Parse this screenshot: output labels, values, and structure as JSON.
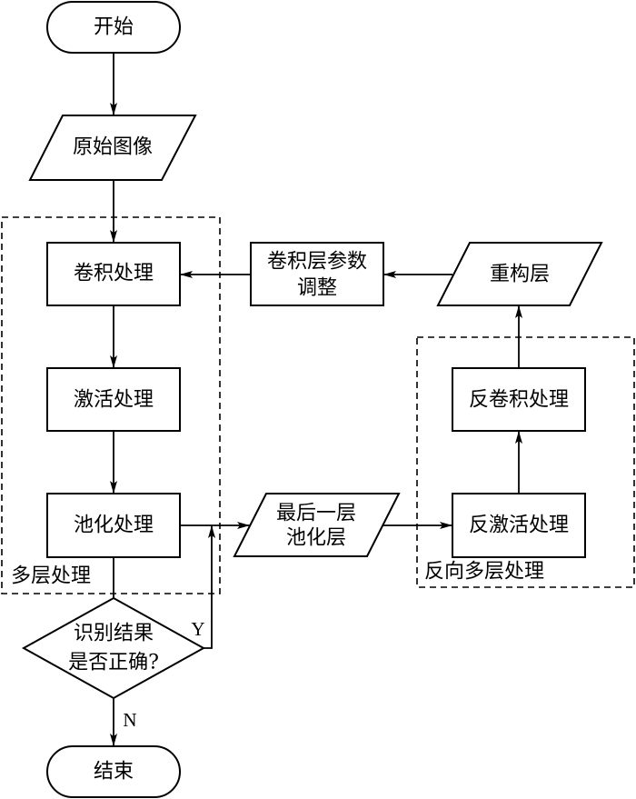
{
  "diagram": {
    "colors": {
      "line": "#000000",
      "background": "#ffffff"
    },
    "nodes": {
      "start": {
        "type": "terminal",
        "label": "开始"
      },
      "input_image": {
        "type": "data",
        "label": "原始图像"
      },
      "convolution": {
        "type": "process",
        "label": "卷积处理"
      },
      "activation": {
        "type": "process",
        "label": "激活处理"
      },
      "pooling": {
        "type": "process",
        "label": "池化处理"
      },
      "decision": {
        "type": "decision",
        "lines": [
          "识别结果",
          "是否正确?"
        ]
      },
      "end": {
        "type": "terminal",
        "label": "结束"
      },
      "conv_param_adjust": {
        "type": "process",
        "lines": [
          "卷积层参数",
          "调整"
        ]
      },
      "reconstruction_layer": {
        "type": "data",
        "label": "重构层"
      },
      "deconvolution": {
        "type": "process",
        "label": "反卷积处理"
      },
      "deactivation": {
        "type": "process",
        "label": "反激活处理"
      },
      "last_pooling_layer": {
        "type": "data",
        "lines": [
          "最后一层",
          "池化层"
        ]
      }
    },
    "groups": {
      "multilayer": {
        "label": "多层处理",
        "members": [
          "convolution",
          "activation",
          "pooling"
        ]
      },
      "reverse_multilayer": {
        "label": "反向多层处理",
        "members": [
          "deactivation",
          "deconvolution"
        ]
      }
    },
    "edge_labels": {
      "yes": "Y",
      "no": "N"
    },
    "edges": [
      {
        "from": "start",
        "to": "input_image"
      },
      {
        "from": "input_image",
        "to": "convolution"
      },
      {
        "from": "convolution",
        "to": "activation"
      },
      {
        "from": "activation",
        "to": "pooling"
      },
      {
        "from": "pooling",
        "to": "decision"
      },
      {
        "from": "decision",
        "to": "last_pooling_layer",
        "label": "Y"
      },
      {
        "from": "decision",
        "to": "end",
        "label": "N"
      },
      {
        "from": "pooling",
        "to": "last_pooling_layer"
      },
      {
        "from": "last_pooling_layer",
        "to": "deactivation"
      },
      {
        "from": "deactivation",
        "to": "deconvolution"
      },
      {
        "from": "deconvolution",
        "to": "reconstruction_layer"
      },
      {
        "from": "reconstruction_layer",
        "to": "conv_param_adjust"
      },
      {
        "from": "conv_param_adjust",
        "to": "convolution"
      }
    ]
  }
}
